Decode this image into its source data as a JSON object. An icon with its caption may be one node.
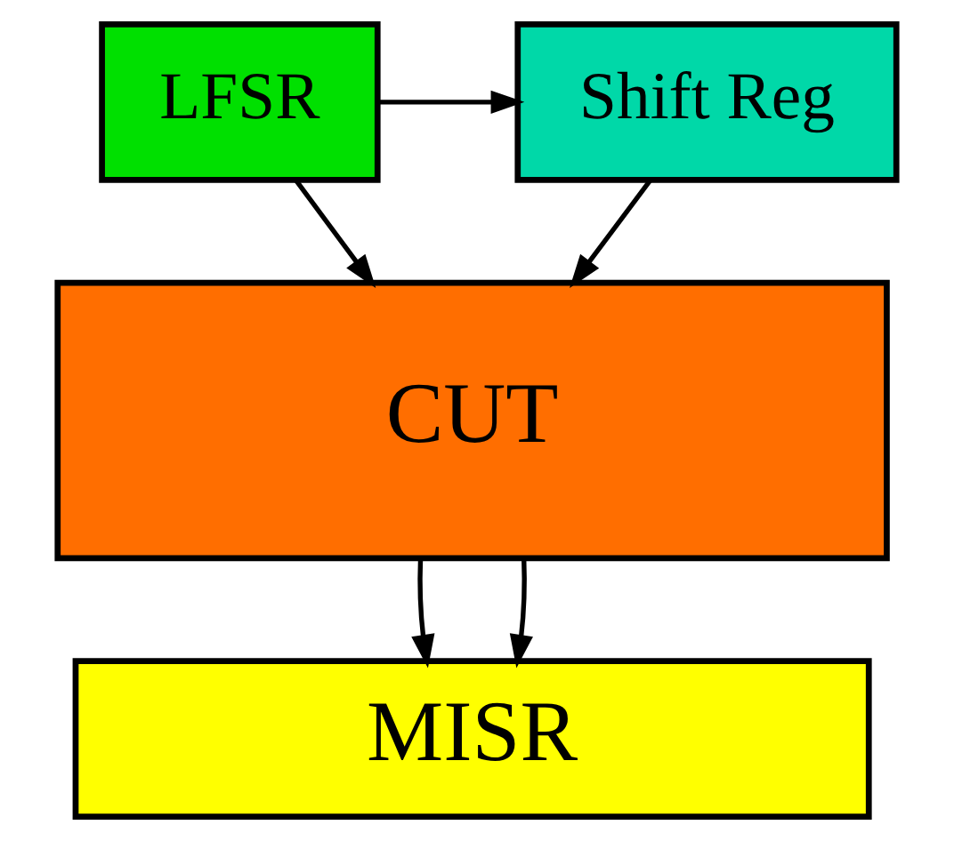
{
  "diagram": {
    "nodes": [
      {
        "text": [
          "LFSR"
        ]
      },
      {
        "text": [
          "Shift Reg"
        ]
      },
      {
        "text": [
          "CUT"
        ]
      },
      {
        "text": [
          "MISR"
        ]
      }
    ],
    "edges": [
      {
        "from": 0,
        "to": 1,
        "arrow": "to"
      },
      {
        "from": 0,
        "to": 2,
        "arrow": "to"
      },
      {
        "from": 1,
        "to": 2,
        "arrow": "to"
      },
      {
        "from": 2,
        "to": 3,
        "arrow": "to"
      },
      {
        "from": 2,
        "to": 3,
        "arrow": "to"
      }
    ]
  }
}
